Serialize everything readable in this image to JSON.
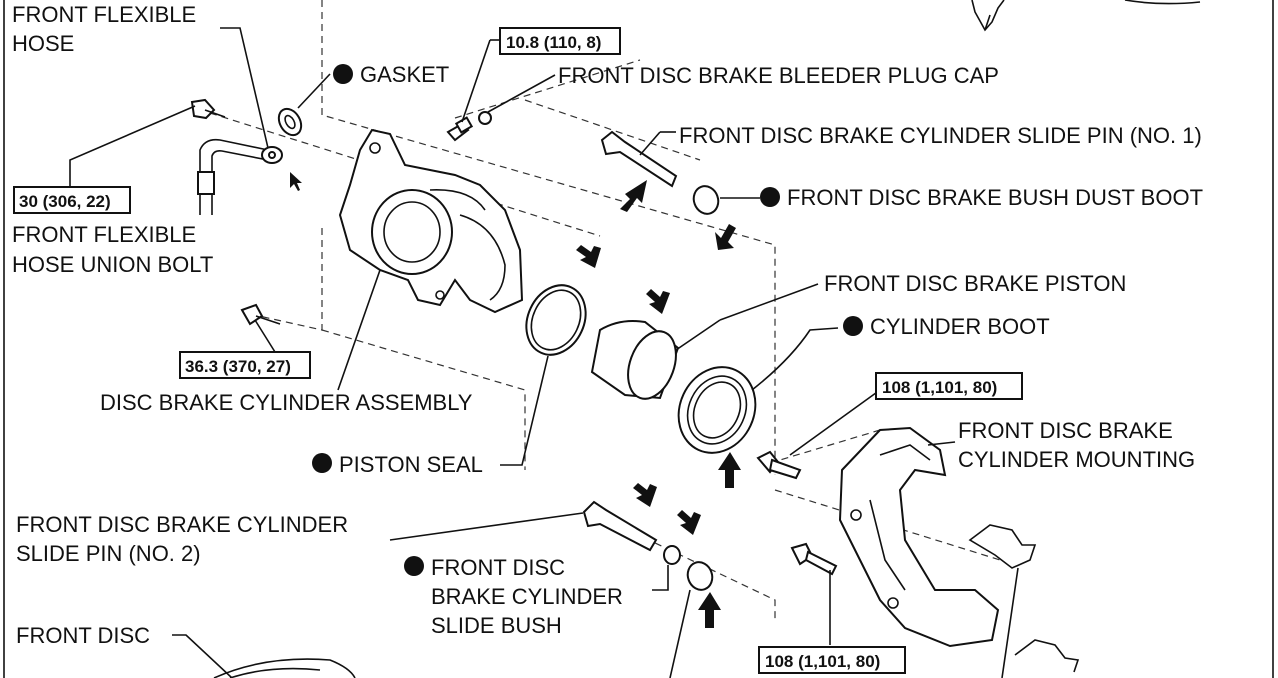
{
  "labels": {
    "front_flexible_hose": [
      "FRONT FLEXIBLE",
      "HOSE"
    ],
    "gasket": "GASKET",
    "bleeder_plug_cap": "FRONT DISC BRAKE BLEEDER PLUG CAP",
    "slide_pin_no1": "FRONT DISC BRAKE CYLINDER SLIDE PIN (NO. 1)",
    "bush_dust_boot": "FRONT DISC BRAKE BUSH DUST BOOT",
    "union_bolt": [
      "FRONT FLEXIBLE",
      "HOSE UNION BOLT"
    ],
    "piston": "FRONT DISC BRAKE PISTON",
    "cylinder_boot": "CYLINDER BOOT",
    "cylinder_assembly": "DISC BRAKE CYLINDER ASSEMBLY",
    "cylinder_mounting": [
      "FRONT DISC BRAKE",
      "CYLINDER MOUNTING"
    ],
    "piston_seal": "PISTON SEAL",
    "slide_pin_no2": [
      "FRONT DISC BRAKE CYLINDER",
      "SLIDE PIN (NO. 2)"
    ],
    "slide_bush": [
      "FRONT DISC",
      "BRAKE CYLINDER",
      "SLIDE BUSH"
    ],
    "front_disc": "FRONT DISC"
  },
  "torques": {
    "bleeder": "10.8 (110, 8)",
    "union_bolt": "30 (306, 22)",
    "cyl_bolt": "36.3 (370, 27)",
    "mount_upper": "108 (1,101, 80)",
    "mount_lower": "108 (1,101, 80)"
  },
  "legend": {
    "non_reusable_marker": "filled-circle-icon",
    "grease_marker": "arrow-icon"
  }
}
